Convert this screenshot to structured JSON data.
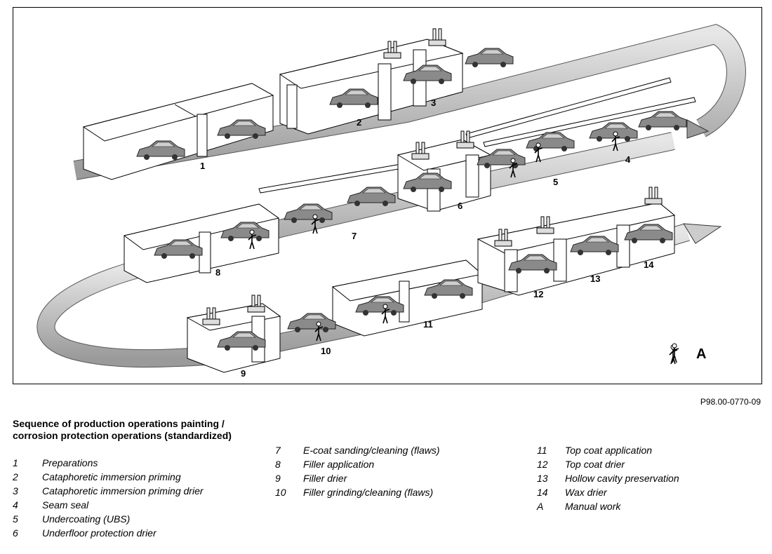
{
  "diagram": {
    "station_labels": [
      "1",
      "2",
      "3",
      "4",
      "5",
      "6",
      "7",
      "8",
      "9",
      "10",
      "11",
      "12",
      "13",
      "14"
    ],
    "manual_work_key": "A"
  },
  "reference_code": "P98.00-0770-09",
  "legend": {
    "heading": "Sequence of production operations painting / corrosion protection operations (standardized)",
    "items": [
      {
        "key": "1",
        "label": "Preparations"
      },
      {
        "key": "2",
        "label": "Cataphoretic immersion priming"
      },
      {
        "key": "3",
        "label": "Cataphoretic immersion priming drier"
      },
      {
        "key": "4",
        "label": "Seam seal"
      },
      {
        "key": "5",
        "label": "Undercoating (UBS)"
      },
      {
        "key": "6",
        "label": "Underfloor protection drier"
      },
      {
        "key": "7",
        "label": "E-coat sanding/cleaning (flaws)"
      },
      {
        "key": "8",
        "label": "Filler application"
      },
      {
        "key": "9",
        "label": "Filler drier"
      },
      {
        "key": "10",
        "label": "Filler grinding/cleaning (flaws)"
      },
      {
        "key": "11",
        "label": "Top coat application"
      },
      {
        "key": "12",
        "label": "Top coat drier"
      },
      {
        "key": "13",
        "label": "Hollow cavity preservation"
      },
      {
        "key": "14",
        "label": "Wax drier"
      },
      {
        "key": "A",
        "label": "Manual work"
      }
    ]
  }
}
